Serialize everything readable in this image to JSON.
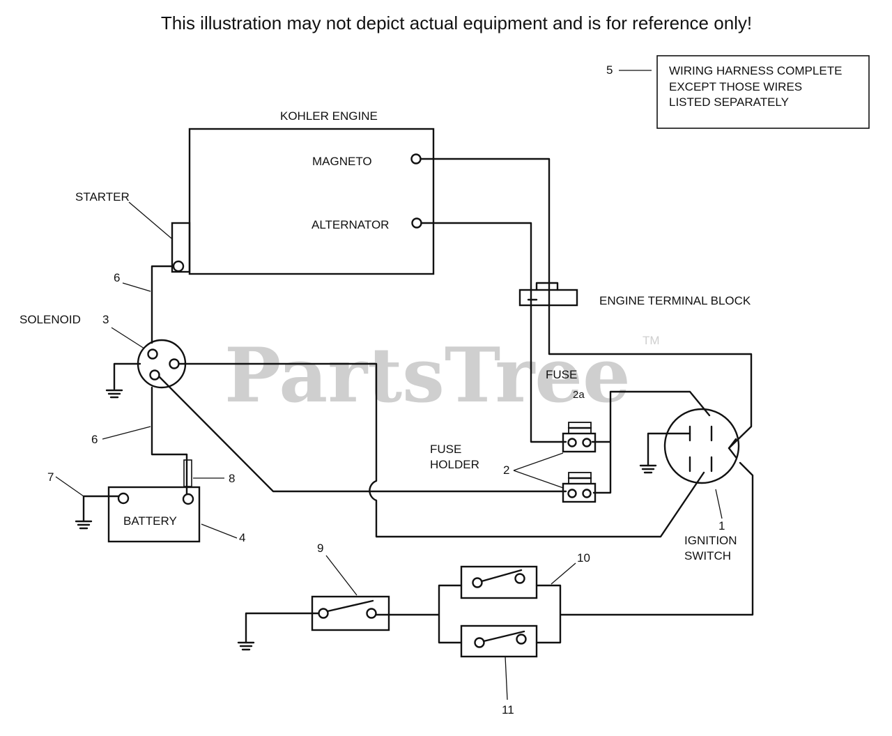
{
  "header": {
    "disclaimer": "This illustration may not depict actual equipment and is for reference only!"
  },
  "watermark": {
    "text": "PartsTree",
    "tm": "TM"
  },
  "note": {
    "number": "5",
    "lines": [
      "WIRING HARNESS COMPLETE",
      "EXCEPT THOSE WIRES",
      "LISTED SEPARATELY"
    ]
  },
  "engine": {
    "title": "KOHLER ENGINE",
    "magneto": "MAGNETO",
    "alternator": "ALTERNATOR"
  },
  "labels": {
    "starter": "STARTER",
    "solenoid": "SOLENOID",
    "battery": "BATTERY",
    "engine_terminal_block": "ENGINE TERMINAL BLOCK",
    "fuse": "FUSE",
    "fuse_holder_line1": "FUSE",
    "fuse_holder_line2": "HOLDER",
    "ignition_switch_line1": "IGNITION",
    "ignition_switch_line2": "SWITCH"
  },
  "callouts": {
    "n1": "1",
    "n2": "2",
    "n2a": "2a",
    "n3": "3",
    "n4": "4",
    "n6_top": "6",
    "n6_bottom": "6",
    "n7": "7",
    "n8": "8",
    "n9": "9",
    "n10": "10",
    "n11": "11"
  },
  "colors": {
    "ink": "#111111",
    "watermark": "#cfcfcf",
    "background": "#ffffff"
  }
}
